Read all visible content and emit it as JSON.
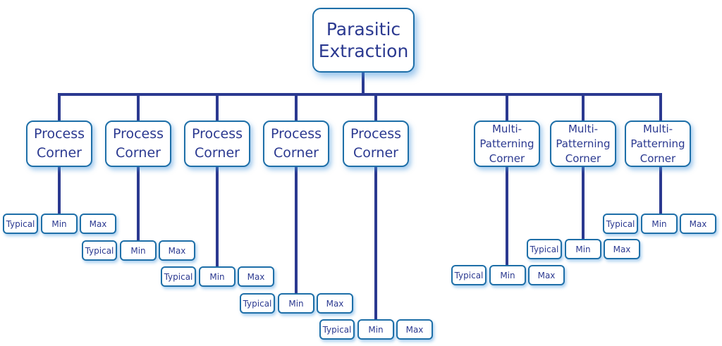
{
  "root": {
    "line1": "Parasitic",
    "line2": "Extraction"
  },
  "process_corner": {
    "line1": "Process",
    "line2": "Corner"
  },
  "multi_patterning_corner": {
    "line1": "Multi-",
    "line2": "Patterning",
    "line3": "Corner"
  },
  "leaf_labels": {
    "typical": "Typical",
    "min": "Min",
    "max": "Max"
  },
  "colors": {
    "connector": "#2b3990",
    "border": "#1e6fa8",
    "text": "#2b3990",
    "glow": "#4696dc"
  }
}
